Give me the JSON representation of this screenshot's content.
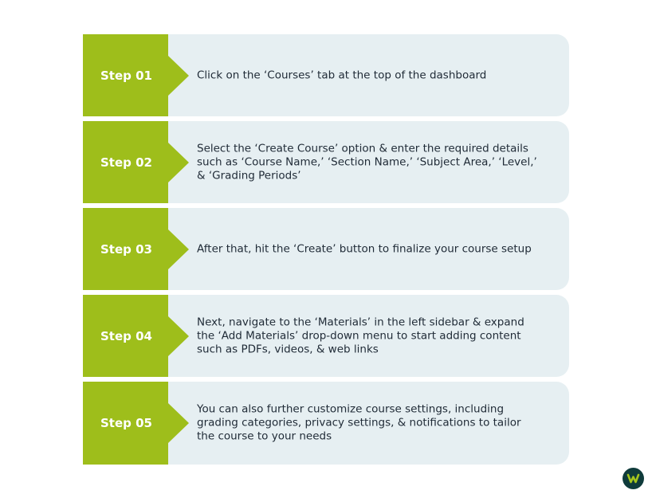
{
  "steps": [
    {
      "label": "Step 01",
      "text": "Click on the ‘Courses’ tab at the top of the dashboard"
    },
    {
      "label": "Step 02",
      "text": "Select the ‘Create Course’ option & enter the required details such as ‘Course Name,’ ‘Section Name,’ ‘Subject Area,’ ‘Level,’ & ‘Grading Periods’"
    },
    {
      "label": "Step 03",
      "text": "After that, hit the ‘Create’ button to finalize your course setup"
    },
    {
      "label": "Step 04",
      "text": "Next, navigate to the ‘Materials’ in the left sidebar & expand the ‘Add Materials’ drop-down menu to start adding content such as PDFs, videos, & web links"
    },
    {
      "label": "Step 05",
      "text": "You can also further customize course settings, including grading categories, privacy settings, & notifications to tailor the course to your needs"
    }
  ],
  "colors": {
    "tab": "#9ebe1b",
    "card": "#e6eff2",
    "text": "#1f2a36",
    "logo_bg": "#0f3b3b",
    "logo_mark": "#a5c51e"
  },
  "logo": {
    "icon": "brand-logo-icon"
  }
}
